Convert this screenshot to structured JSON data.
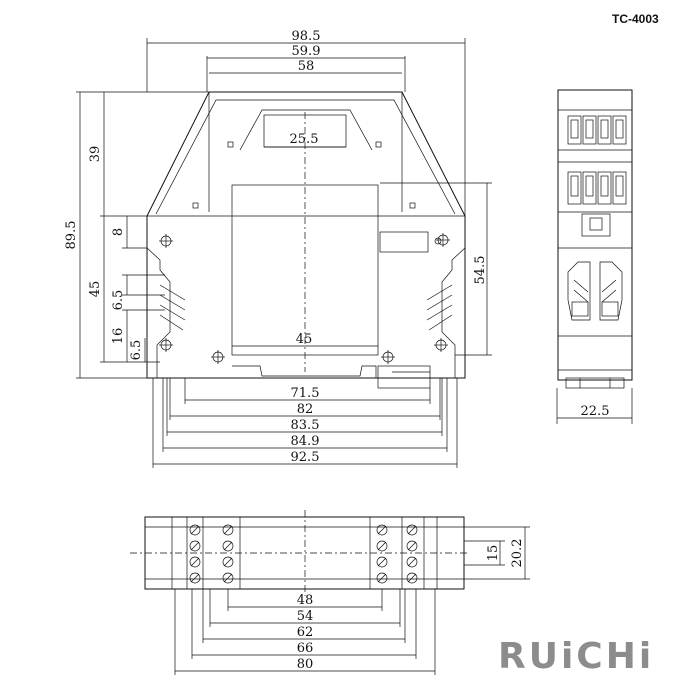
{
  "model": "TC-4003",
  "brand": "RUiCHi",
  "front_view": {
    "top_dims": [
      "98.5",
      "59.9",
      "58"
    ],
    "inner_dims": [
      "25.5",
      "45"
    ],
    "left_dims": [
      "89.5",
      "39",
      "8",
      "45",
      "6.5",
      "16",
      "6.5"
    ],
    "right_dims": [
      "54.5"
    ],
    "bottom_dims": [
      "71.5",
      "82",
      "83.5",
      "84.9",
      "92.5"
    ]
  },
  "side_view": {
    "dims": [
      "22.5"
    ]
  },
  "top_view": {
    "bottom_dims": [
      "48",
      "54",
      "62",
      "66",
      "80"
    ],
    "right_dims": [
      "15",
      "20.2"
    ]
  }
}
